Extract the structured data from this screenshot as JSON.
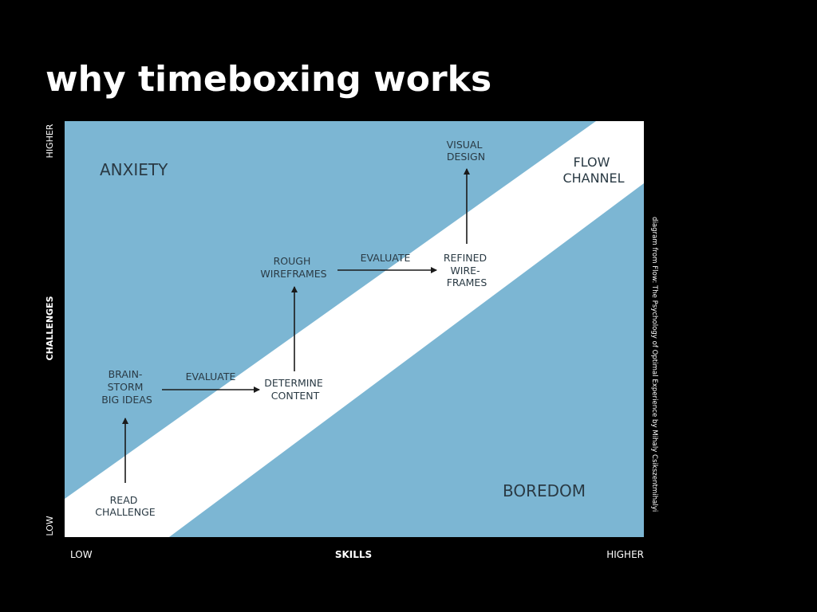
{
  "title": "why timeboxing works",
  "colors": {
    "background": "#000000",
    "zone_fill": "#7cb6d3",
    "channel_fill": "#ffffff",
    "text_dark": "#2a3a44",
    "text_light": "#ffffff"
  },
  "axes": {
    "y_label": "CHALLENGES",
    "y_low": "LOW",
    "y_high": "HIGHER",
    "x_label": "SKILLS",
    "x_low": "LOW",
    "x_high": "HIGHER"
  },
  "regions": {
    "anxiety": "ANXIETY",
    "flow_channel": [
      "FLOW",
      "CHANNEL"
    ],
    "boredom": "BOREDOM"
  },
  "steps": {
    "read_challenge": [
      "READ",
      "CHALLENGE"
    ],
    "brainstorm": [
      "BRAIN-",
      "STORM",
      "BIG IDEAS"
    ],
    "determine_content": [
      "DETERMINE",
      "CONTENT"
    ],
    "rough_wireframes": [
      "ROUGH",
      "WIREFRAMES"
    ],
    "refined_wireframes": [
      "REFINED",
      "WIRE-",
      "FRAMES"
    ],
    "visual_design": [
      "VISUAL",
      "DESIGN"
    ]
  },
  "transitions": {
    "evaluate_1": "EVALUATE",
    "evaluate_2": "EVALUATE"
  },
  "credit": "diagram from Flow: The Psychology of Optimal Experience by Mihaly Csikszentmihalyi"
}
